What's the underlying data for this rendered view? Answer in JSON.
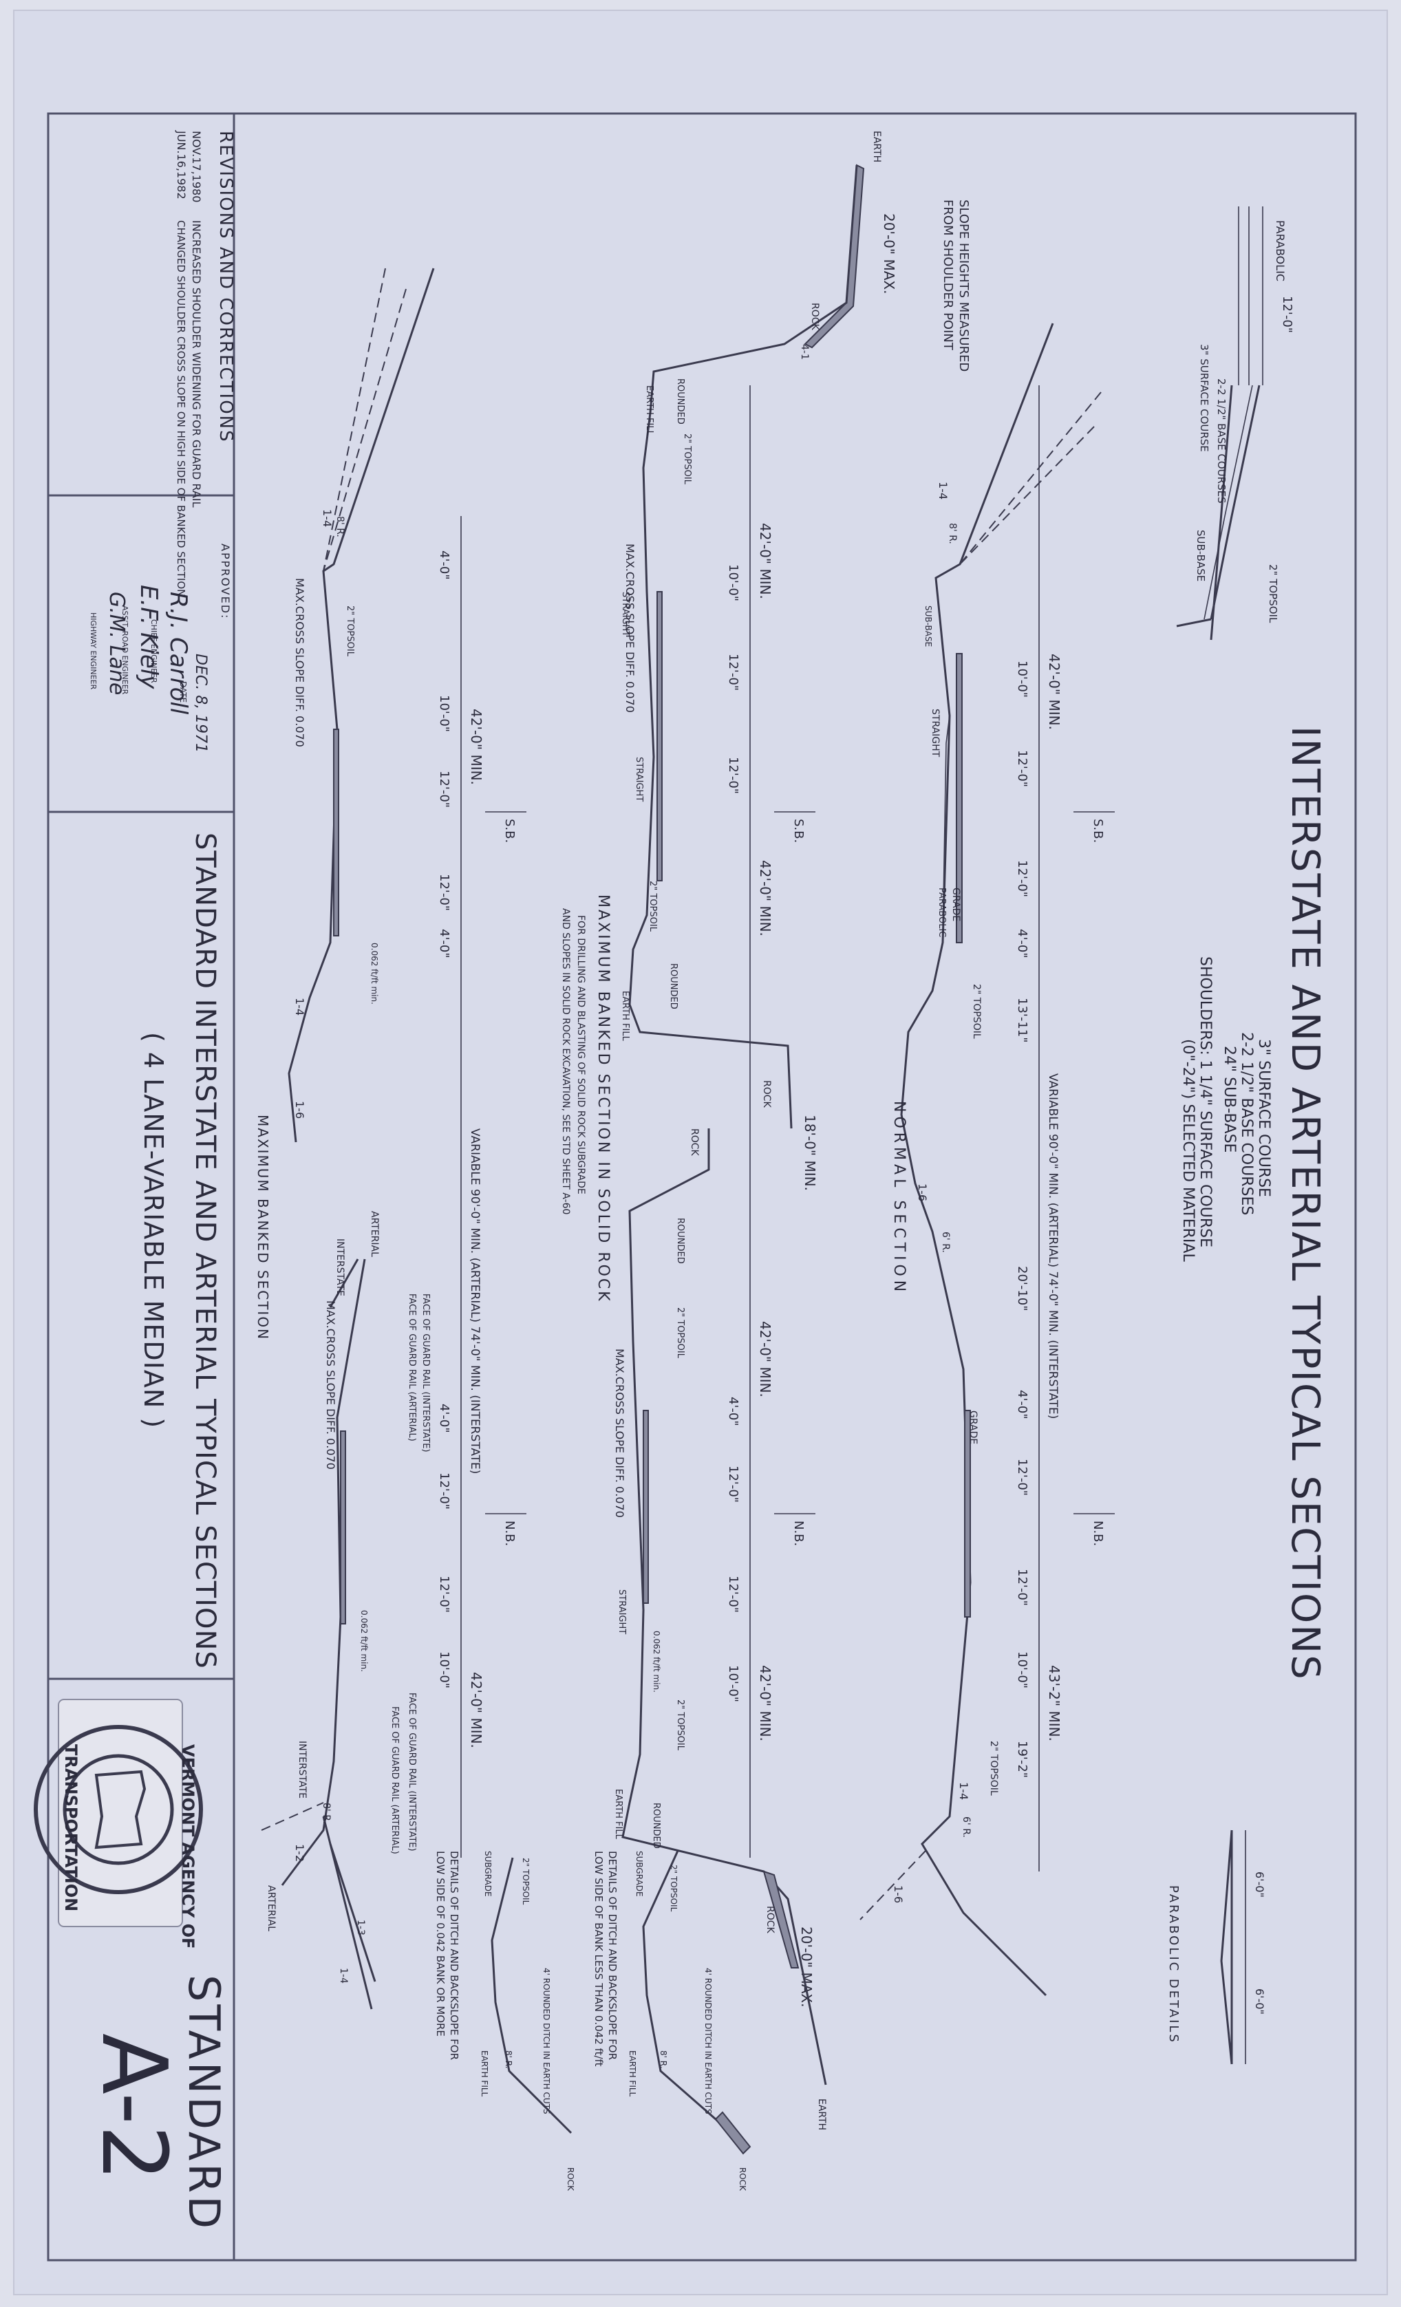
{
  "title": {
    "main": "INTERSTATE AND ARTERIAL TYPICAL SECTIONS",
    "sheet_title_line1": "STANDARD INTERSTATE AND ARTERIAL TYPICAL SECTIONS",
    "sheet_title_line2": "( 4 LANE-VARIABLE MEDIAN )"
  },
  "standard": {
    "label": "STANDARD",
    "number": "A-2"
  },
  "agency_seal": {
    "line1": "VERMONT AGENCY OF",
    "line2": "TRANSPORTATION"
  },
  "pavement_notes": {
    "line1": "3\" SURFACE COURSE",
    "line2": "2-2 1/2\" BASE COURSES",
    "line3": "24\" SUB-BASE",
    "line4": "SHOULDERS: 1 1/4\" SURFACE COURSE",
    "line5": "(0\"-24\") SELECTED MATERIAL"
  },
  "revisions": {
    "header": "REVISIONS AND CORRECTIONS",
    "entries": [
      {
        "date": "NOV.17,1980",
        "text": "INCREASED SHOULDER WIDENING FOR GUARD RAIL"
      },
      {
        "date": "JUN.16,1982",
        "text": "CHANGED SHOULDER CROSS SLOPE ON HIGH SIDE OF BANKED SECTION"
      }
    ]
  },
  "approval": {
    "label": "APPROVED:",
    "date": "DEC. 8, 1971",
    "date_label": "DATE",
    "signatures": [
      "R.J. Carroll",
      "E.F. Kiely",
      "G.M. Lane"
    ],
    "titles": [
      "CHIEF ENGINEER",
      "ASS'T. ROAD ENGINEER",
      "HIGHWAY ENGINEER"
    ]
  },
  "section_titles": {
    "normal": "NORMAL SECTION",
    "banked_rock": "MAXIMUM BANKED SECTION IN SOLID ROCK",
    "banked": "MAXIMUM BANKED SECTION",
    "parabolic": "PARABOLIC DETAILS"
  },
  "rock_note": {
    "line1": "FOR DRILLING AND BLASTING OF SOLID ROCK SUBGRADE",
    "line2": "AND SLOPES IN SOLID ROCK EXCAVATION, SEE STD SHEET A-60"
  },
  "slope_note": {
    "line1": "SLOPE HEIGHTS MEASURED",
    "line2": "FROM SHOULDER POINT"
  },
  "ditch_details": {
    "low": {
      "line1": "DETAILS OF DITCH AND BACKSLOPE FOR",
      "line2": "LOW SIDE OF BANK LESS THAN 0.042 ft/ft"
    },
    "high": {
      "line1": "DETAILS OF DITCH AND BACKSLOPE FOR",
      "line2": "LOW SIDE OF 0.042 BANK OR MORE"
    }
  },
  "dimensions": {
    "shoulder": "4'-0\"",
    "lane": "12'-0\"",
    "shoulder_outer": "10'-0\"",
    "median_var": "VARIABLE 90'-0\" MIN. (ARTERIAL) 74'-0\" MIN. (INTERSTATE)",
    "min_42": "42'-0\" MIN.",
    "max_20": "20'-0\" MAX.",
    "min_18": "18'-0\" MIN.",
    "dim_43_2": "43'-2\" MIN.",
    "dim_19_2": "19'-2\"",
    "dim_20_10": "20'-10\"",
    "dim_13_11": "13'-11\"",
    "parabolic_6": "6'-0\""
  },
  "labels": {
    "sb": "S.B.",
    "nb": "N.B.",
    "rounded": "ROUNDED",
    "earth_fill": "EARTH FILL",
    "topsoil": "2\" TOPSOIL",
    "rock": "ROCK",
    "earth": "EARTH",
    "straight": "STRAIGHT",
    "max_cross": "MAX.CROSS SLOPE DIFF. 0.070",
    "grade": "GRADE",
    "parabolic": "PARABOLIC",
    "arterial": "ARTERIAL",
    "interstate": "INTERSTATE",
    "subgrade": "SUBGRADE",
    "face_rail_int": "FACE OF GUARD RAIL (INTERSTATE)",
    "face_rail_art": "FACE OF GUARD RAIL (ARTERIAL)",
    "slope_1_4": "1-4",
    "slope_1_6": "1-6",
    "slope_1_2": "1-2",
    "slope_4_1": "4-1",
    "slope_1_3": "1-3",
    "rad_8": "8' R.",
    "rad_6": "6' R.",
    "cross_062": "0.062 ft/ft min.",
    "rounded_ditch": "4' ROUNDED DITCH IN EARTH CUTS",
    "sub_base": "SUB-BASE",
    "surface_course": "3\" SURFACE COURSE",
    "base_courses": "2-2 1/2\" BASE COURSES"
  }
}
